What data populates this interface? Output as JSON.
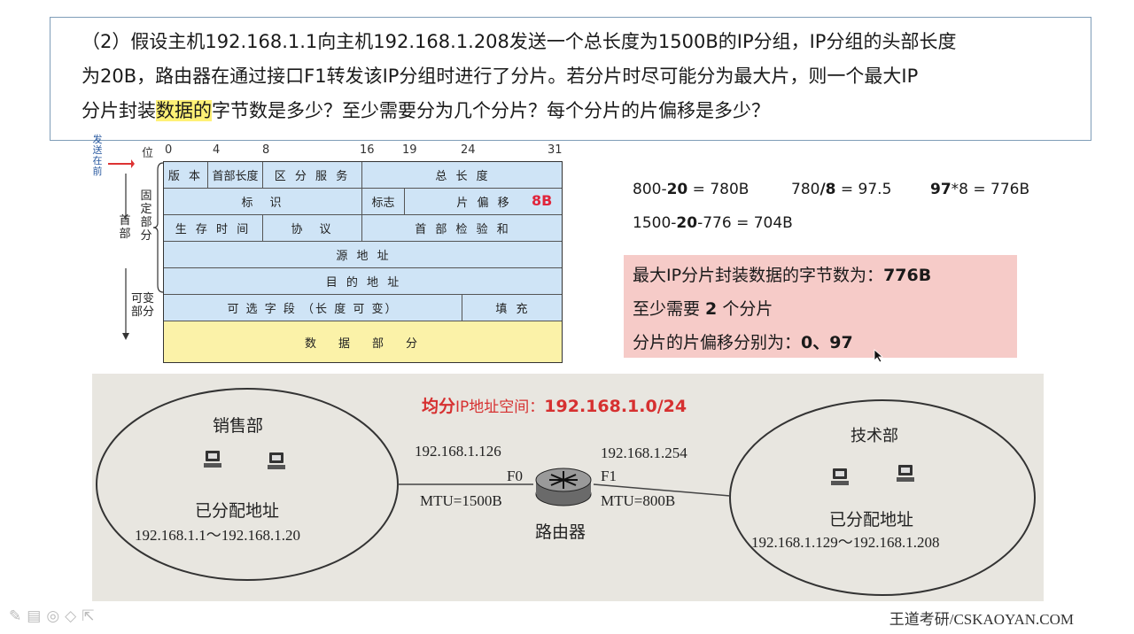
{
  "question": {
    "line1": "（2）假设主机192.168.1.1向主机192.168.1.208发送一个总长度为1500B的IP分组，IP分组的头部长度",
    "line2": "为20B，路由器在通过接口F1转发该IP分组时进行了分片。若分片时尽可能分为最大片，则一个最大IP",
    "line3_a": "分片封装",
    "line3_hl": "数据的",
    "line3_b": "字节数是多少？至少需要分为几个分片？每个分片的片偏移是多少？"
  },
  "ip_header": {
    "bit_label": "位",
    "bits": [
      "0",
      "4",
      "8",
      "16",
      "19",
      "24",
      "31"
    ],
    "send_first": "发送在前",
    "header_label": "首部",
    "fixed_label": "固定部分",
    "variable_label": "可变部分",
    "rows": [
      [
        "版 本",
        "首部长度",
        "区 分 服 务",
        "总 长 度"
      ],
      [
        "标　识",
        "标志",
        "片 偏 移"
      ],
      [
        "生 存 时 间",
        "协　议",
        "首 部 检 验 和"
      ],
      [
        "源 地 址"
      ],
      [
        "目 的 地 址"
      ],
      [
        "可 选 字 段 （长 度 可 变）",
        "填 充"
      ],
      [
        "数　据　部　分"
      ]
    ],
    "note_8b": "8B"
  },
  "calc": {
    "eq1": {
      "a": "800-",
      "b": "20",
      "c": " = 780B"
    },
    "eq2": {
      "a": "780",
      "b": "/8",
      "c": " = 97.5"
    },
    "eq3": {
      "a": "97",
      "b": "*8 = 776B"
    },
    "eq4": {
      "a": "1500-",
      "b": "20",
      "c": "-776 = 704B"
    }
  },
  "answer": {
    "l1_text": "最大IP分片封装数据的字节数为：",
    "l1_val": "776B",
    "l2_a": "至少需要 ",
    "l2_val": "2",
    "l2_b": " 个分片",
    "l3_text": "分片的片偏移分别为：",
    "l3_val": "0、97"
  },
  "network": {
    "title_a": "均分",
    "title_b": "IP地址空间：",
    "title_c": "192.168.1.0/24",
    "left_dept": "销售部",
    "left_assigned": "已分配地址",
    "left_range": "192.168.1.1～192.168.1.20",
    "right_dept": "技术部",
    "right_assigned": "已分配地址",
    "right_range": "192.168.1.129～192.168.1.208",
    "f0_ip": "192.168.1.126",
    "f0": "F0",
    "f0_mtu": "MTU=1500B",
    "f1_ip": "192.168.1.254",
    "f1": "F1",
    "f1_mtu": "MTU=800B",
    "router": "路由器"
  },
  "footer": "王道考研/CSKAOYAN.COM",
  "colors": {
    "highlight": "#fff176",
    "accent_red": "#e0253b",
    "header_fill": "#cfe4f6",
    "data_fill": "#fbf2a8",
    "answer_fill": "#f6cbc8"
  }
}
